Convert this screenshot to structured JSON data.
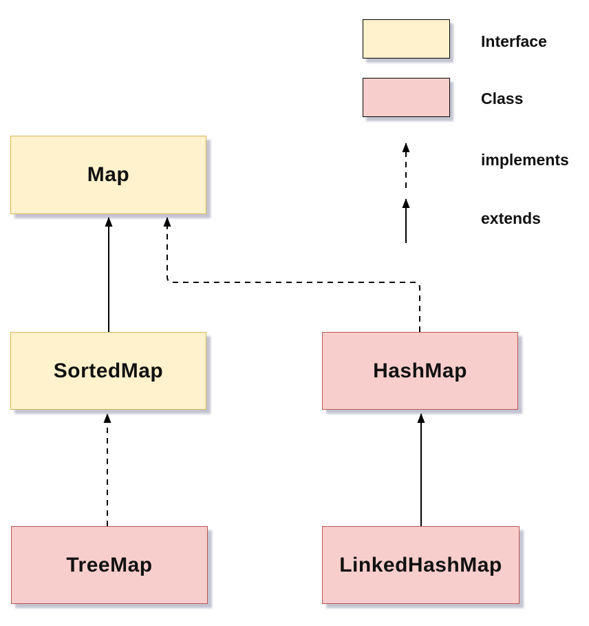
{
  "diagram": {
    "nodes": [
      {
        "id": "map",
        "label": "Map",
        "kind": "interface"
      },
      {
        "id": "sortedmap",
        "label": "SortedMap",
        "kind": "interface"
      },
      {
        "id": "hashmap",
        "label": "HashMap",
        "kind": "class"
      },
      {
        "id": "treemap",
        "label": "TreeMap",
        "kind": "class"
      },
      {
        "id": "linkedhashmap",
        "label": "LinkedHashMap",
        "kind": "class"
      }
    ],
    "edges": [
      {
        "from": "SortedMap",
        "to": "Map",
        "relation": "extends",
        "line": "solid"
      },
      {
        "from": "HashMap",
        "to": "Map",
        "relation": "implements",
        "line": "dashed"
      },
      {
        "from": "TreeMap",
        "to": "SortedMap",
        "relation": "implements",
        "line": "dashed"
      },
      {
        "from": "LinkedHashMap",
        "to": "HashMap",
        "relation": "extends",
        "line": "solid"
      }
    ]
  },
  "legend": {
    "items": [
      {
        "label": "Interface",
        "marker": "interface-swatch"
      },
      {
        "label": "Class",
        "marker": "class-swatch"
      },
      {
        "label": "implements",
        "marker": "dashed-arrow"
      },
      {
        "label": "extends",
        "marker": "solid-arrow"
      }
    ]
  },
  "colors": {
    "interface_fill": "#FFF2CC",
    "interface_border": "#D6B656",
    "class_fill": "#F8CECC",
    "class_border": "#B85450",
    "line": "#000000",
    "text": "#111111",
    "background": "#FFFFFF"
  }
}
